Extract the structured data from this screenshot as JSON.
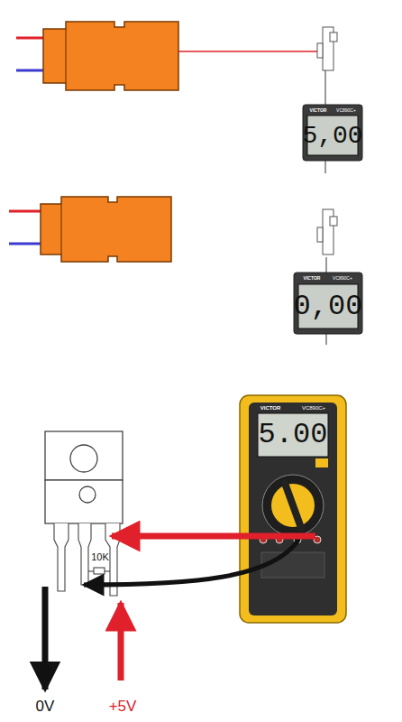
{
  "diagram": {
    "labels": [
      "VICTOR",
      "VC890C+",
      "5,00",
      "VICTOR",
      "VC890C+",
      "0,00",
      "10K",
      "VICTOR",
      "VC890C+",
      "5.00",
      "0V",
      "+5V"
    ]
  }
}
